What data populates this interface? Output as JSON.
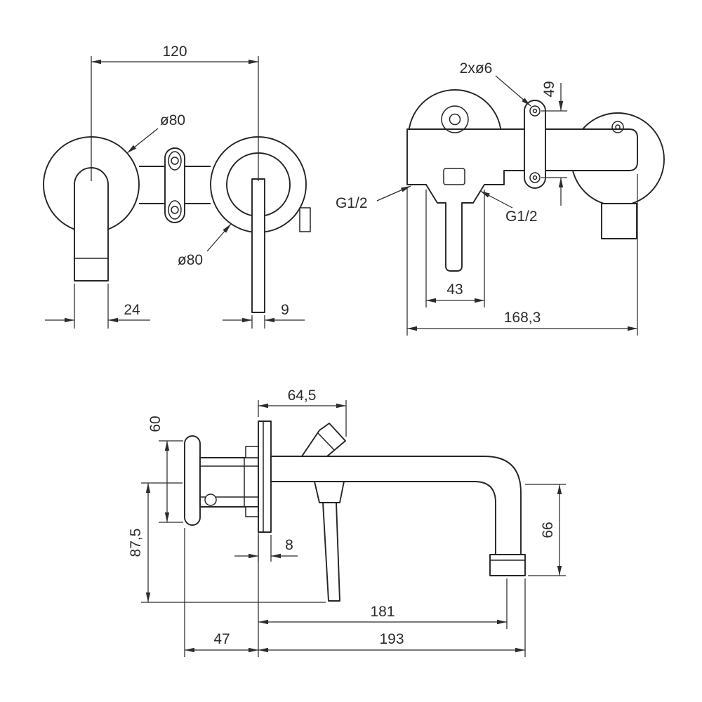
{
  "drawing": {
    "line_color": "#242424",
    "dim_color": "#2b2b2b"
  },
  "views": {
    "front": {
      "dims": {
        "center_distance": "120",
        "escutcheon_dia_left": "ø80",
        "escutcheon_dia_right": "ø80",
        "spout_width": "24",
        "lever_width": "9"
      }
    },
    "rear": {
      "dims": {
        "mounting_holes": "2xø6",
        "hole_spacing": "49",
        "thread_left": "G1/2",
        "thread_right": "G1/2",
        "port_distance": "43",
        "overall_width": "168,3"
      }
    },
    "side": {
      "dims": {
        "lever_reach": "64,5",
        "box_height": "60",
        "lever_drop": "87,5",
        "plate_thickness": "8",
        "outlet_drop": "66",
        "outlet_center_reach": "181",
        "wall_depth": "47",
        "overall_reach": "193"
      }
    }
  }
}
